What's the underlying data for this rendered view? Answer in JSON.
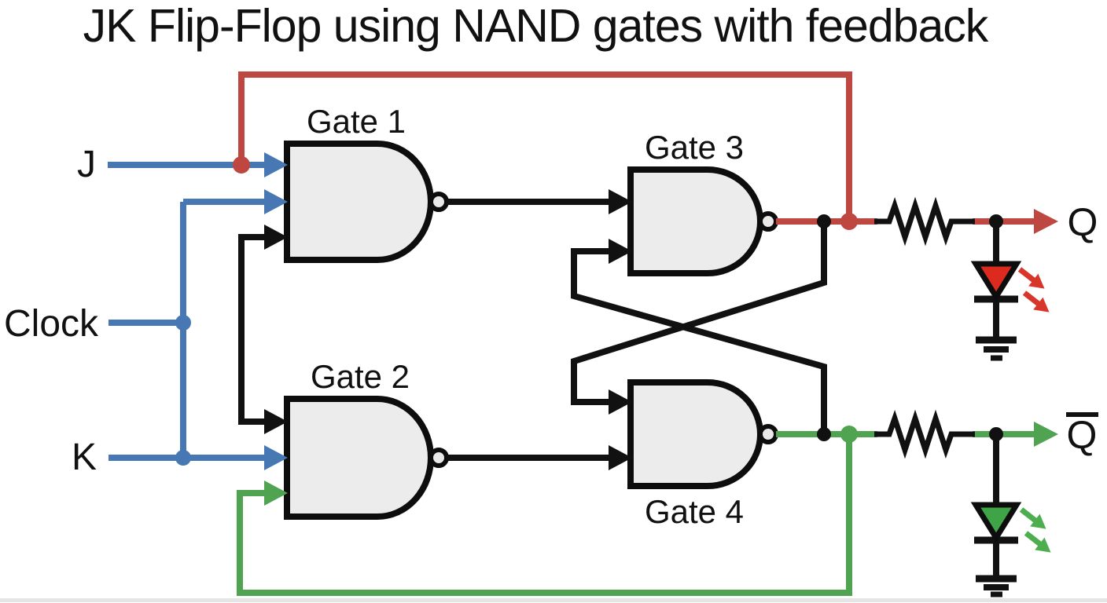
{
  "title": "JK Flip-Flop using NAND gates with feedback",
  "gates": {
    "gate1": {
      "label": "Gate 1"
    },
    "gate2": {
      "label": "Gate 2"
    },
    "gate3": {
      "label": "Gate 3"
    },
    "gate4": {
      "label": "Gate 4"
    }
  },
  "inputs": {
    "j": {
      "label": "J"
    },
    "clock": {
      "label": "Clock"
    },
    "k": {
      "label": "K"
    }
  },
  "outputs": {
    "q": {
      "label": "Q"
    },
    "q_bar": {
      "label": "Q"
    }
  },
  "colors": {
    "wire_blue": "#4878B4",
    "wire_red": "#BF4741",
    "wire_green": "#4FA351",
    "ink_black": "#111111",
    "gate_fill": "#ECECEC",
    "bubble_fill": "#E9E9E9",
    "gate_stroke": "#0D0D0D",
    "led_red": "#DC2B1E",
    "led_green": "#3FA447",
    "light_red": "#D8362B",
    "light_green": "#4CAE4F"
  }
}
